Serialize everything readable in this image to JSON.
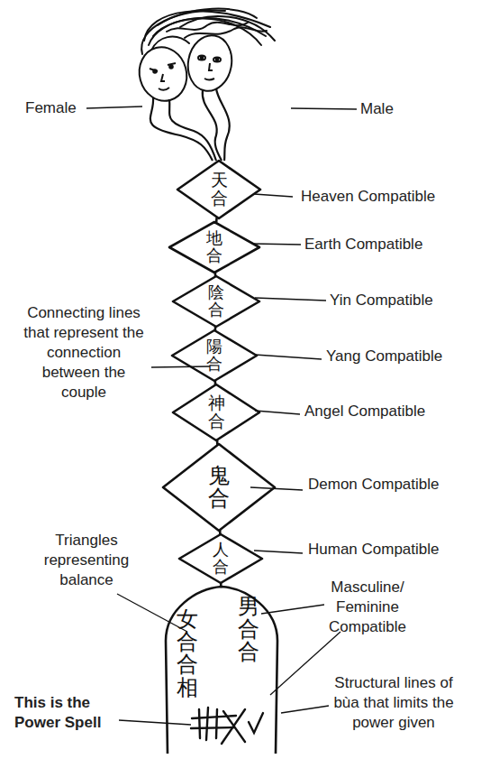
{
  "diagram": {
    "nodes": [
      {
        "text": [
          "天合"
        ]
      },
      {
        "text": [
          "地合"
        ]
      },
      {
        "text": [
          "陰合"
        ]
      },
      {
        "text": [
          "陽合"
        ]
      },
      {
        "text": [
          "神合"
        ]
      },
      {
        "text": [
          "鬼合"
        ]
      },
      {
        "text": [
          "人合"
        ]
      },
      {
        "text": [
          "女合合相",
          "男合合"
        ]
      }
    ],
    "edges": [
      {
        "from": 0,
        "to": 1,
        "arrow": "none"
      },
      {
        "from": 1,
        "to": 2,
        "arrow": "none"
      },
      {
        "from": 2,
        "to": 3,
        "arrow": "none"
      },
      {
        "from": 3,
        "to": 4,
        "arrow": "none"
      },
      {
        "from": 4,
        "to": 5,
        "arrow": "none"
      },
      {
        "from": 5,
        "to": 6,
        "arrow": "none"
      },
      {
        "from": 6,
        "to": 7,
        "arrow": "none"
      }
    ],
    "labels": [
      "Female",
      "Male",
      "Heaven Compatible",
      "Earth Compatible",
      "Connecting lines that represent the connection between the couple",
      "Yin Compatible",
      "Yang Compatible",
      "Angel Compatible",
      "Demon Compatible",
      "Triangles representing balance",
      "Human Compatible",
      "Masculine/ Feminine Compatible",
      "Structural lines of bùa that limits the power given",
      "This is the Power Spell"
    ]
  }
}
